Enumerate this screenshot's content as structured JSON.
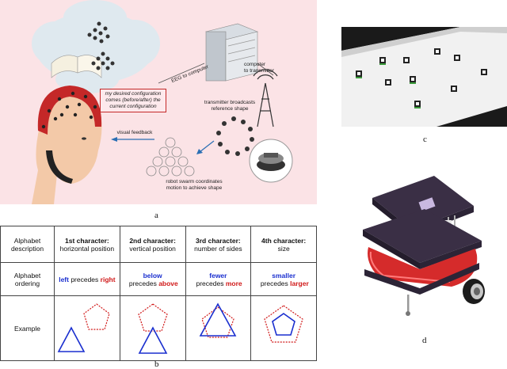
{
  "panel_a": {
    "eeg_label": "EEG to computer",
    "computer_label": "computer\nto transmitter",
    "transmitter_label": "transmitter broadcasts\nreference shape",
    "thought_text": "my desired configuration\ncomes (before/after) the\ncurrent configuration",
    "feedback_label": "visual feedback",
    "swarm_label": "robot swarm coordinates\nmotion to achieve shape"
  },
  "labels": {
    "a": "a",
    "b": "b",
    "c": "c",
    "d": "d"
  },
  "table": {
    "row1_header": "Alphabet\ndescription",
    "row2_header": "Alphabet\nordering",
    "row3_header": "Example",
    "columns": [
      {
        "title": "1st character:",
        "subtitle": "horizontal position",
        "first": "left",
        "mid": " precedes ",
        "second": "right"
      },
      {
        "title": "2nd character:",
        "subtitle": "vertical position",
        "first": "below",
        "mid": " precedes ",
        "second": "above"
      },
      {
        "title": "3rd character:",
        "subtitle": "number of sides",
        "first": "fewer",
        "mid": " precedes ",
        "second": "more"
      },
      {
        "title": "4th character:",
        "subtitle": "size",
        "first": "smaller",
        "mid": " precedes ",
        "second": "larger"
      }
    ]
  },
  "colors": {
    "blue": "#1a2fcf",
    "red": "#d01818",
    "panel_a_bg": "#fbe3e6"
  }
}
